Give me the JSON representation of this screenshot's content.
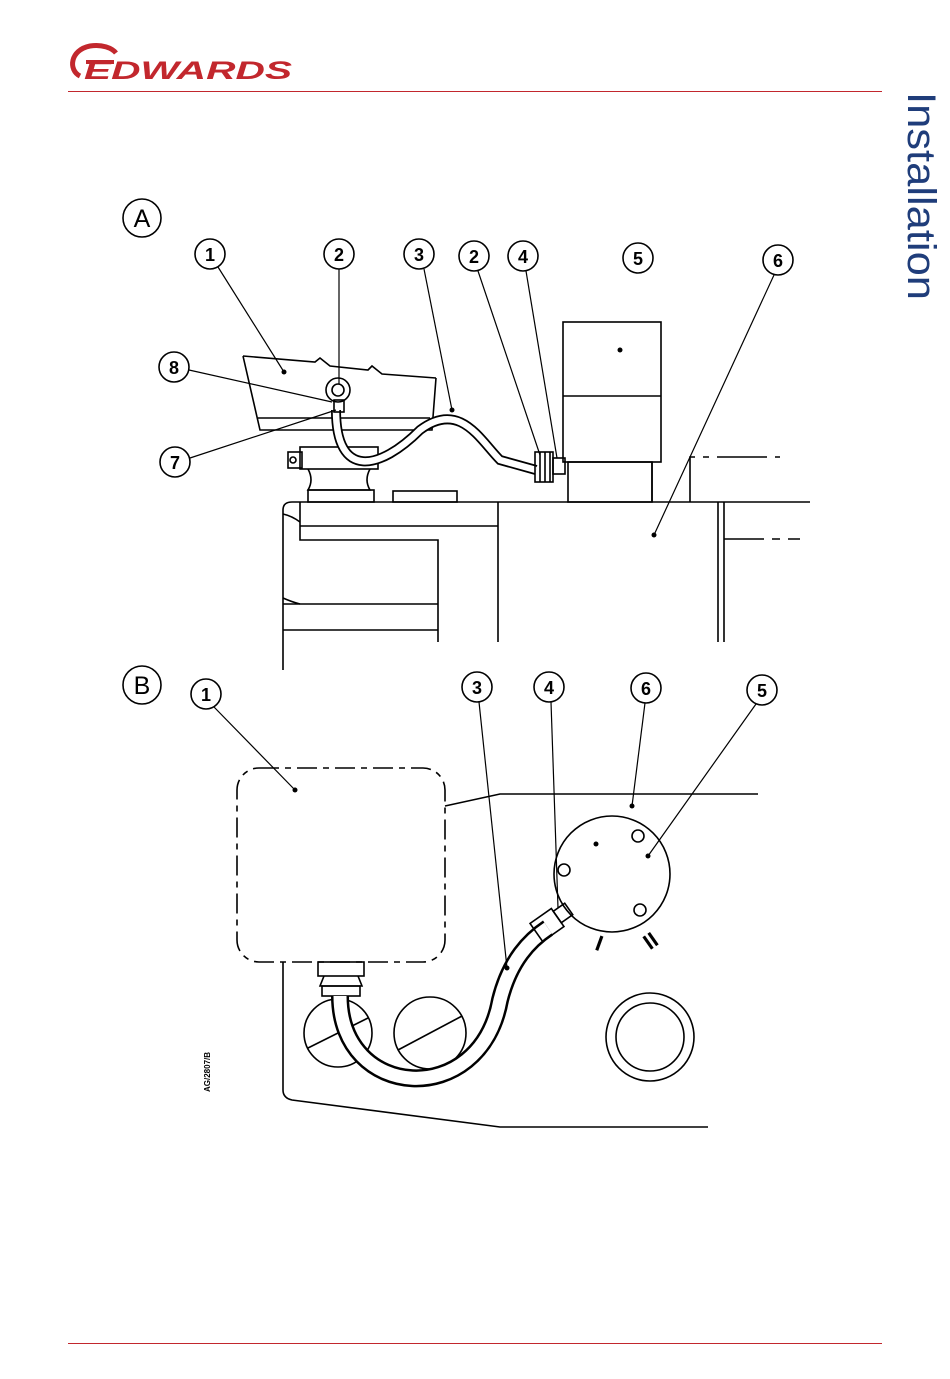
{
  "header": {
    "brand": "EDWARDS",
    "section_title": "Installation",
    "brand_color": "#c2272d",
    "title_color": "#1f3d7a"
  },
  "figure": {
    "view_a": {
      "label": "A",
      "callouts": [
        "1",
        "2",
        "3",
        "2",
        "4",
        "5",
        "6",
        "8",
        "7"
      ]
    },
    "view_b": {
      "label": "B",
      "callouts": [
        "1",
        "3",
        "4",
        "6",
        "5"
      ],
      "position_marks": [
        "I",
        "II"
      ]
    },
    "drawing_ref": "AG/2807/B"
  }
}
